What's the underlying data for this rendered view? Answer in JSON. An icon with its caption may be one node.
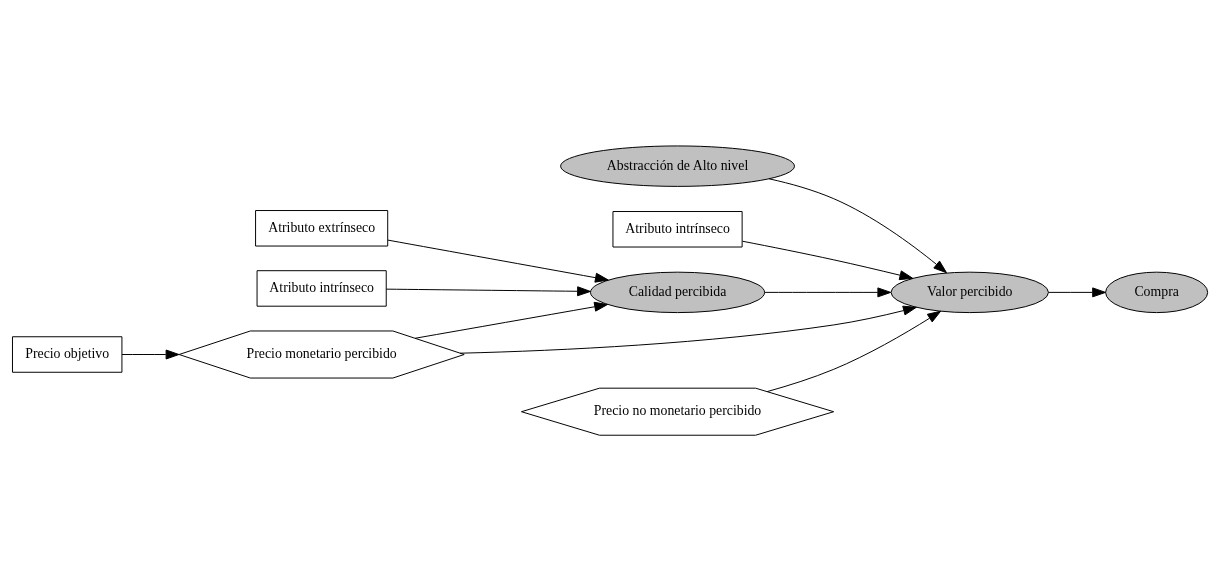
{
  "diagram": {
    "nodes": [
      {
        "text": [
          "Abstracción de Alto nivel"
        ]
      },
      {
        "text": [
          "Atributo extrínseco"
        ]
      },
      {
        "text": [
          "Atributo intrínseco"
        ]
      },
      {
        "text": [
          "Atributo intrínseco"
        ]
      },
      {
        "text": [
          "Calidad percibida"
        ]
      },
      {
        "text": [
          "Valor percibido"
        ]
      },
      {
        "text": [
          "Compra"
        ]
      },
      {
        "text": [
          "Precio objetivo"
        ]
      },
      {
        "text": [
          "Precio monetario percibido"
        ]
      },
      {
        "text": [
          "Precio no monetario percibido"
        ]
      }
    ],
    "edges": [
      {
        "from": 3,
        "to": 4,
        "arrow": "to"
      },
      {
        "from": 1,
        "to": 4,
        "arrow": "to"
      },
      {
        "from": 8,
        "to": 4,
        "arrow": "to"
      },
      {
        "from": 7,
        "to": 8,
        "arrow": "to"
      },
      {
        "from": 4,
        "to": 5,
        "arrow": "to"
      },
      {
        "from": 0,
        "to": 5,
        "arrow": "to"
      },
      {
        "from": 2,
        "to": 5,
        "arrow": "to"
      },
      {
        "from": 8,
        "to": 5,
        "arrow": "to"
      },
      {
        "from": 9,
        "to": 5,
        "arrow": "to"
      },
      {
        "from": 5,
        "to": 6,
        "arrow": "to"
      }
    ]
  }
}
